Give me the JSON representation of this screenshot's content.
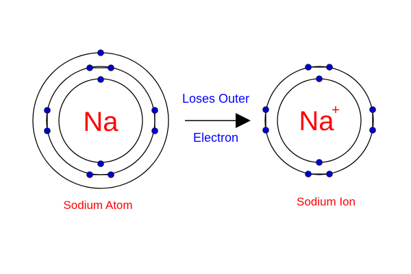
{
  "atom": {
    "symbol": "Na",
    "caption": "Sodium Atom"
  },
  "ion": {
    "symbol": "Na",
    "charge": "+",
    "caption": "Sodium Ion"
  },
  "arrow": {
    "label_line1": "Loses Outer",
    "label_line2": "Electron"
  },
  "colors": {
    "symbol_text": "#ff0000",
    "arrow_text": "#0000ff",
    "electron": "#0000cc",
    "shell": "#000000"
  }
}
